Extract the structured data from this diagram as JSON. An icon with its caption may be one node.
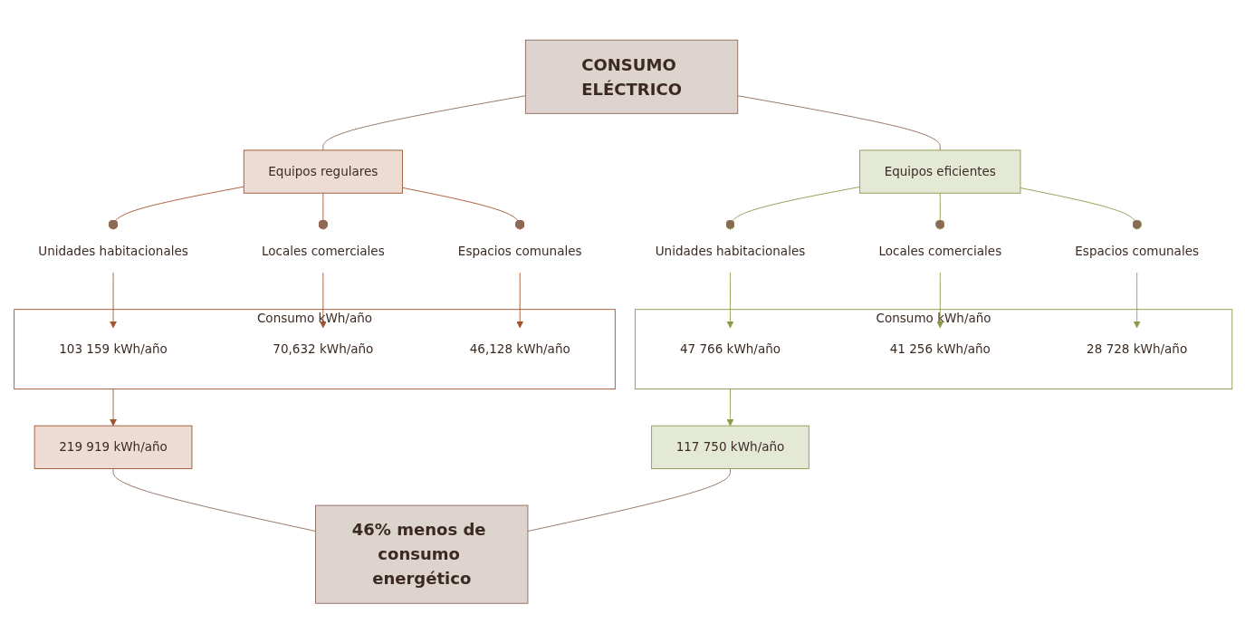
{
  "diagram": {
    "nodes": [
      {
        "text": [
          "CONSUMO ELÉCTRICO"
        ]
      },
      {
        "text": [
          "Equipos regulares"
        ]
      },
      {
        "text": [
          "Equipos eficientes"
        ]
      },
      {
        "text": [
          "Unidades habitacionales"
        ]
      },
      {
        "text": [
          "Locales comerciales"
        ]
      },
      {
        "text": [
          "Espacios comunales"
        ]
      },
      {
        "text": [
          "Consumo kWh/año"
        ]
      },
      {
        "text": [
          "103 159 kWh/año"
        ],
        "in": 6
      },
      {
        "text": [
          "70,632 kWh/año"
        ],
        "in": 6
      },
      {
        "text": [
          "46,128 kWh/año"
        ],
        "in": 6
      },
      {
        "text": [
          "Consumo kWh/año"
        ]
      },
      {
        "text": [
          "47 766 kWh/año"
        ],
        "in": 10
      },
      {
        "text": [
          "41 256 kWh/año"
        ],
        "in": 10
      },
      {
        "text": [
          "28 728 kWh/año"
        ],
        "in": 10
      },
      {
        "text": [
          "Unidades habitacionales"
        ]
      },
      {
        "text": [
          "Locales comerciales"
        ]
      },
      {
        "text": [
          "Espacios comunales"
        ]
      },
      {
        "text": [
          "219 919 kWh/año"
        ]
      },
      {
        "text": [
          "117 750 kWh/año"
        ]
      },
      {
        "text": [
          "46% menos de consumo energético"
        ]
      }
    ],
    "edges": [
      {
        "from": 0,
        "to": 1,
        "arrow": "none",
        "color": "#8b6a5a"
      },
      {
        "from": 0,
        "to": 2,
        "arrow": "none",
        "color": "#8b6a5a"
      },
      {
        "from": 1,
        "to": 3,
        "arrow": "other",
        "color": "#a0522d"
      },
      {
        "from": 1,
        "to": 4,
        "arrow": "other",
        "color": "#a0522d"
      },
      {
        "from": 1,
        "to": 5,
        "arrow": "other",
        "color": "#a0522d"
      },
      {
        "from": 2,
        "to": 14,
        "arrow": "other",
        "color": "#8a9a4a"
      },
      {
        "from": 2,
        "to": 15,
        "arrow": "other",
        "color": "#8a9a4a"
      },
      {
        "from": 2,
        "to": 16,
        "arrow": "other",
        "color": "#8a9a4a"
      },
      {
        "from": 3,
        "to": 7,
        "arrow": "to",
        "color": "#a0522d"
      },
      {
        "from": 4,
        "to": 8,
        "arrow": "to",
        "color": "#a0522d"
      },
      {
        "from": 5,
        "to": 9,
        "arrow": "to",
        "color": "#a0522d"
      },
      {
        "from": 14,
        "to": 11,
        "arrow": "to",
        "color": "#8a9a4a"
      },
      {
        "from": 15,
        "to": 12,
        "arrow": "to",
        "color": "#8a9a4a"
      },
      {
        "from": 16,
        "to": 13,
        "arrow": "to",
        "color": "#8a9a4a"
      },
      {
        "from": 6,
        "to": 17,
        "arrow": "to",
        "color": "#a0522d"
      },
      {
        "from": 10,
        "to": 18,
        "arrow": "to",
        "color": "#8a9a4a"
      },
      {
        "from": 17,
        "to": 19,
        "arrow": "none",
        "color": "#8b6a5a"
      },
      {
        "from": 18,
        "to": 19,
        "arrow": "none",
        "color": "#8b6a5a"
      }
    ]
  }
}
